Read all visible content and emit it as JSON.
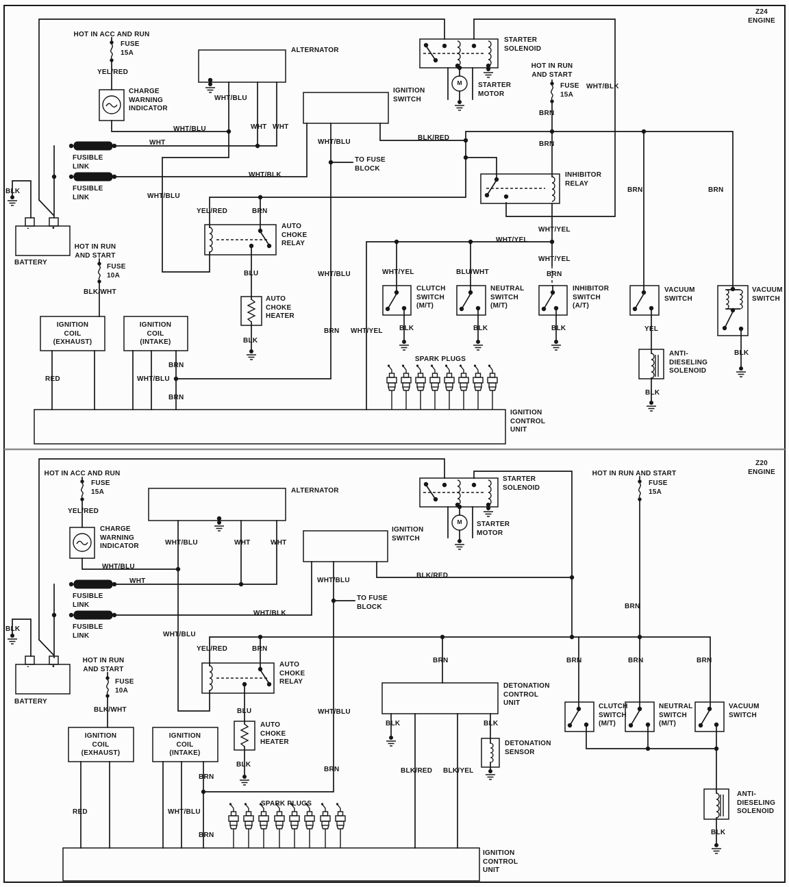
{
  "titles": {
    "z24": "Z24 ENGINE",
    "z20": "Z20 ENGINE"
  },
  "feeds": {
    "hot_acc": "HOT IN ACC AND RUN",
    "hot_run_2l": "HOT IN RUN\nAND START",
    "hot_run_1l": "HOT IN RUN AND START",
    "fuse15": "FUSE\n15A",
    "fuse10": "FUSE\n10A"
  },
  "wires": {
    "blk": "BLK",
    "wht": "WHT",
    "red": "RED",
    "brn": "BRN",
    "blu": "BLU",
    "yel": "YEL",
    "yel_red": "YEL/RED",
    "wht_blu": "WHT/BLU",
    "wht_blk": "WHT/BLK",
    "wht_yel": "WHT/YEL",
    "blk_wht": "BLK/WHT",
    "blk_red": "BLK/RED",
    "blk_yel": "BLK/YEL",
    "blu_wht": "BLU/WHT"
  },
  "components": {
    "alternator": "ALTERNATOR",
    "ignition_switch": "IGNITION\nSWITCH",
    "starter_solenoid": "STARTER\nSOLENOID",
    "starter_motor": "STARTER\nMOTOR",
    "motor_letter": "M",
    "charge_warning_indicator": "CHARGE\nWARNING\nINDICATOR",
    "fusible_link": "FUSIBLE\nLINK",
    "battery": "BATTERY",
    "ignition_coil_exhaust": "IGNITION\nCOIL\n(EXHAUST)",
    "ignition_coil_intake": "IGNITION\nCOIL\n(INTAKE)",
    "auto_choke_relay": "AUTO\nCHOKE\nRELAY",
    "auto_choke_heater": "AUTO\nCHOKE\nHEATER",
    "to_fuse_block": "TO FUSE\nBLOCK",
    "inhibitor_relay": "INHIBITOR\nRELAY",
    "clutch_switch": "CLUTCH\nSWITCH\n(M/T)",
    "neutral_switch": "NEUTRAL\nSWITCH\n(M/T)",
    "inhibitor_switch": "INHIBITOR\nSWITCH\n(A/T)",
    "vacuum_switch": "VACUUM\nSWITCH",
    "anti_dieseling_solenoid": "ANTI-\nDIESELING\nSOLENOID",
    "spark_plugs": "SPARK PLUGS",
    "ignition_control_unit": "IGNITION\nCONTROL\nUNIT",
    "detonation_control_unit": "DETONATION\nCONTROL\nUNIT",
    "detonation_sensor": "DETONATION\nSENSOR"
  },
  "battery_terminals": {
    "neg": "-",
    "pos": "•"
  }
}
